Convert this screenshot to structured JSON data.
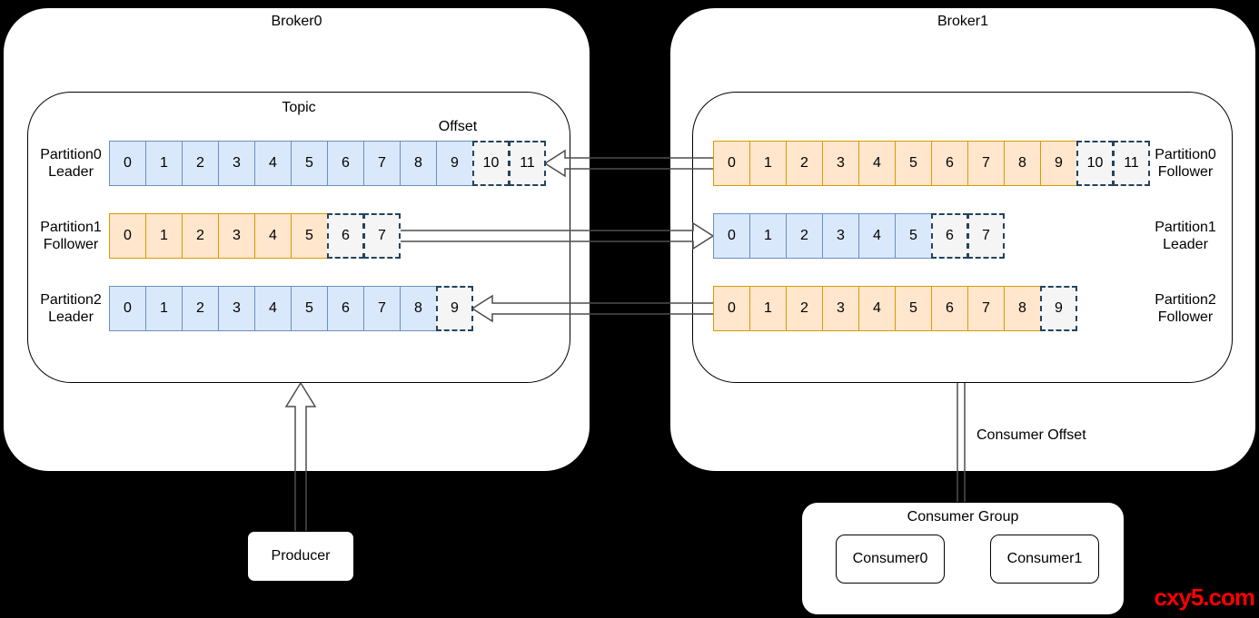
{
  "brokers": [
    {
      "title": "Broker0",
      "inner_title": "Topic",
      "offset_label": "Offset",
      "partitions": [
        {
          "label": [
            "Partition0",
            "Leader"
          ],
          "palette": "blue",
          "solid_cells": [
            "0",
            "1",
            "2",
            "3",
            "4",
            "5",
            "6",
            "7",
            "8",
            "9"
          ],
          "dashed_cells": [
            "10",
            "11"
          ]
        },
        {
          "label": [
            "Partition1",
            "Follower"
          ],
          "palette": "orange",
          "solid_cells": [
            "0",
            "1",
            "2",
            "3",
            "4",
            "5"
          ],
          "dashed_cells": [
            "6",
            "7"
          ]
        },
        {
          "label": [
            "Partition2",
            "Leader"
          ],
          "palette": "blue",
          "solid_cells": [
            "0",
            "1",
            "2",
            "3",
            "4",
            "5",
            "6",
            "7",
            "8"
          ],
          "dashed_cells": [
            "9"
          ]
        }
      ]
    },
    {
      "title": "Broker1",
      "inner_title": "",
      "offset_label": "",
      "partitions": [
        {
          "label": [
            "Partition0",
            "Follower"
          ],
          "palette": "orange",
          "solid_cells": [
            "0",
            "1",
            "2",
            "3",
            "4",
            "5",
            "6",
            "7",
            "8",
            "9"
          ],
          "dashed_cells": [
            "10",
            "11"
          ]
        },
        {
          "label": [
            "Partition1",
            "Leader"
          ],
          "palette": "blue",
          "solid_cells": [
            "0",
            "1",
            "2",
            "3",
            "4",
            "5"
          ],
          "dashed_cells": [
            "6",
            "7"
          ]
        },
        {
          "label": [
            "Partition2",
            "Follower"
          ],
          "palette": "orange",
          "solid_cells": [
            "0",
            "1",
            "2",
            "3",
            "4",
            "5",
            "6",
            "7",
            "8"
          ],
          "dashed_cells": [
            "9"
          ]
        }
      ]
    }
  ],
  "producer": {
    "label": "Producer"
  },
  "consumer_group": {
    "title": "Consumer Group",
    "consumers": [
      {
        "label": "Consumer0"
      },
      {
        "label": "Consumer1"
      }
    ]
  },
  "consumer_offset_label": "Consumer Offset",
  "watermark": "cxy5.com",
  "colors": {
    "blue_fill": "#DAE8FC",
    "blue_stroke": "#6C8EBF",
    "orange_fill": "#FFE6CC",
    "orange_stroke": "#D79B00",
    "dashed_fill": "#F5F5F5",
    "dashed_stroke": "#23445D",
    "box_stroke": "#000000",
    "arrow_stroke": "#4D4D4D",
    "watermark_red": "#FF0000"
  }
}
